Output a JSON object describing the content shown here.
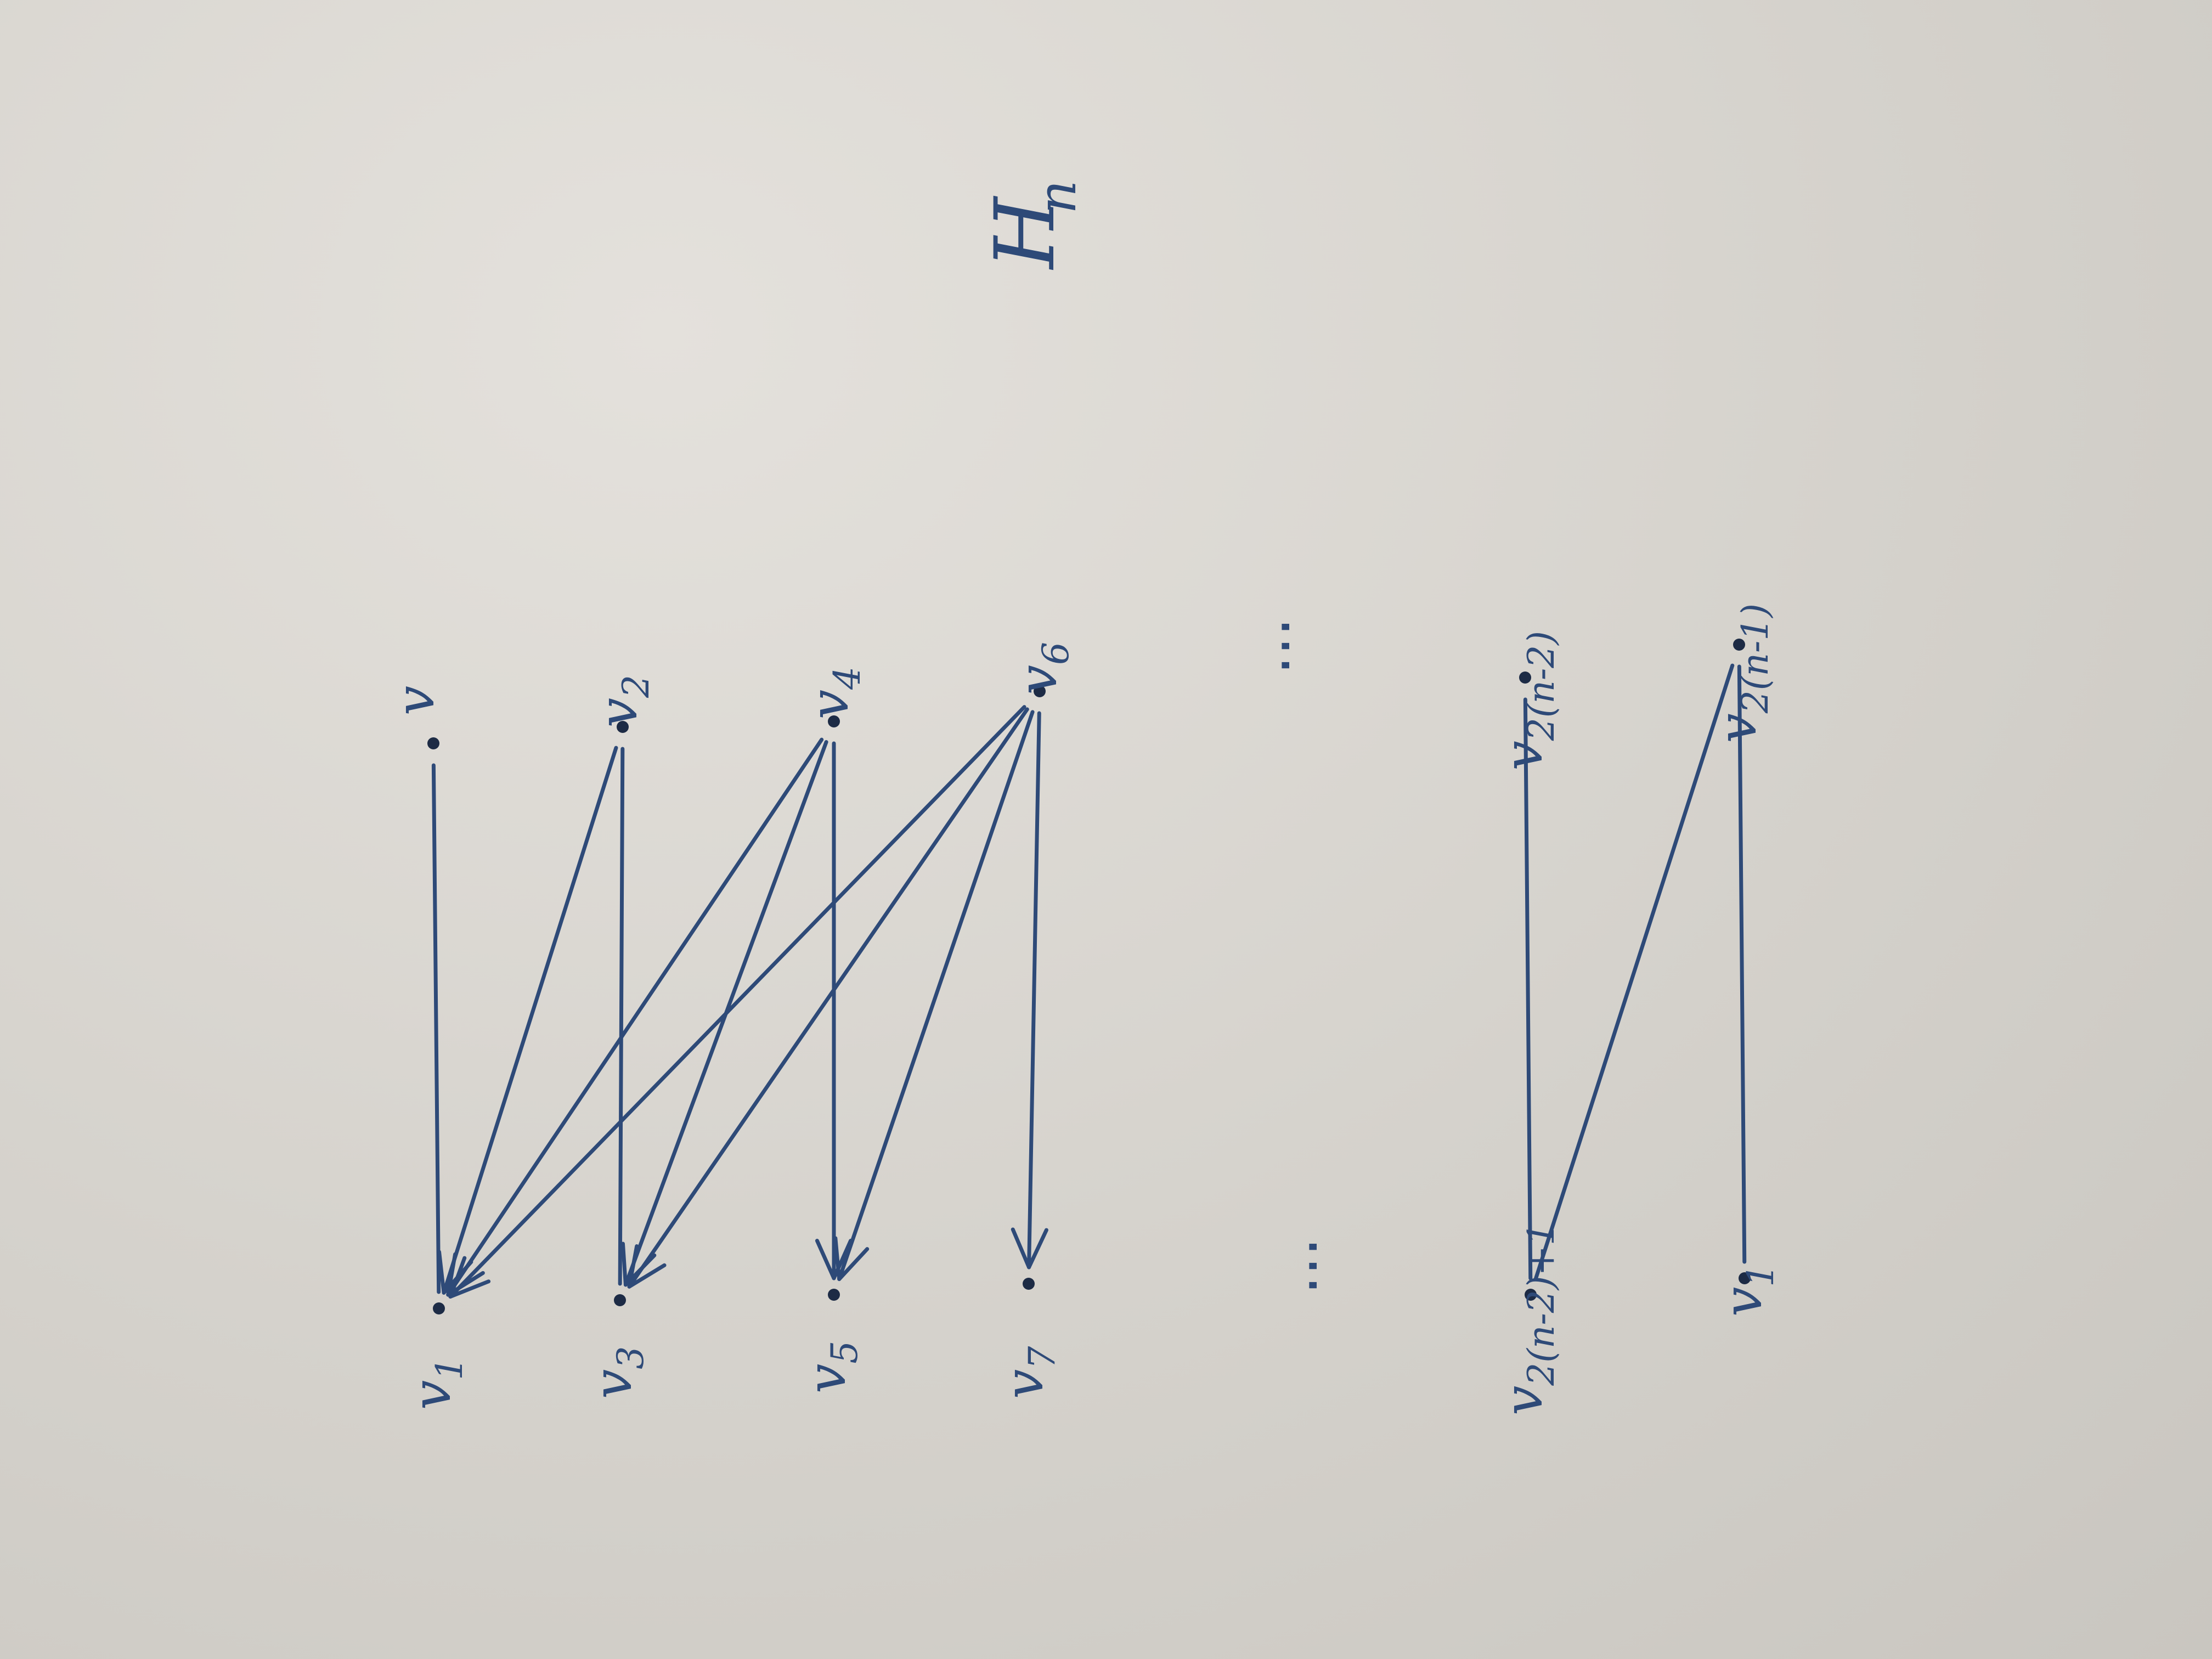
{
  "diagram": {
    "title": {
      "main": "H",
      "sub": "n"
    },
    "ellipsis": "...",
    "vertices": [
      {
        "id": "v",
        "main": "v",
        "sub": ""
      },
      {
        "id": "v2",
        "main": "v",
        "sub": "2"
      },
      {
        "id": "v4",
        "main": "v",
        "sub": "4"
      },
      {
        "id": "v6",
        "main": "v",
        "sub": "6"
      },
      {
        "id": "v2n2",
        "main": "v",
        "sub": "2(n-2)"
      },
      {
        "id": "v2n1",
        "main": "v",
        "sub": "2(n-1)"
      },
      {
        "id": "v1",
        "main": "v",
        "sub": "1"
      },
      {
        "id": "v3",
        "main": "v",
        "sub": "3"
      },
      {
        "id": "v5",
        "main": "v",
        "sub": "5"
      },
      {
        "id": "v7",
        "main": "v",
        "sub": "7"
      },
      {
        "id": "v2n2p1",
        "main": "v",
        "sub": "2(n-2)+1"
      },
      {
        "id": "vlast",
        "main": "v",
        "sub": "1"
      }
    ],
    "edges": [
      {
        "from": "v",
        "to": "v1",
        "directed": false
      },
      {
        "from": "v2",
        "to": "v1",
        "directed": true
      },
      {
        "from": "v2",
        "to": "v3",
        "directed": false
      },
      {
        "from": "v4",
        "to": "v1",
        "directed": true
      },
      {
        "from": "v4",
        "to": "v3",
        "directed": true
      },
      {
        "from": "v4",
        "to": "v5",
        "directed": true
      },
      {
        "from": "v6",
        "to": "v1",
        "directed": true
      },
      {
        "from": "v6",
        "to": "v3",
        "directed": true
      },
      {
        "from": "v6",
        "to": "v5",
        "directed": true
      },
      {
        "from": "v6",
        "to": "v7",
        "directed": true
      },
      {
        "from": "v2n2",
        "to": "v2n2p1",
        "directed": false
      },
      {
        "from": "v2n1",
        "to": "v2n2p1",
        "directed": false
      },
      {
        "from": "v2n1",
        "to": "vlast",
        "directed": false
      }
    ]
  }
}
